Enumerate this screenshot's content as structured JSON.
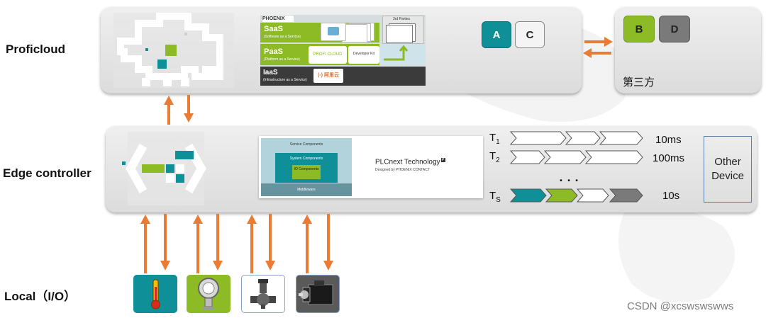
{
  "tiers": {
    "cloud": "Proficloud",
    "edge": "Edge controller",
    "local": "Local（I/O）"
  },
  "cloud_stack": {
    "brand": "PHOENIX",
    "saas": {
      "title": "SaaS",
      "sub": "(Software as a Service)"
    },
    "paas": {
      "title": "PaaS",
      "sub": "(Platform as a Service)"
    },
    "iaas": {
      "title": "IaaS",
      "sub": "(Infrastructure as a Service)"
    },
    "third_parties": "3rd Parties",
    "profi_cloud": "PROFI CLOUD",
    "developer_kit": "Developer Kit",
    "aliyun": "(-) 阿里云"
  },
  "boxes": {
    "a": "A",
    "c": "C",
    "b": "B",
    "d": "D"
  },
  "third_party_label": "第三方",
  "plcnext": {
    "service": "Service Components",
    "system": "System Components",
    "io": "IO Components",
    "middleware": "Middleware",
    "tech": "PLCnext Technology",
    "tech_mark": "P",
    "designed": "Designed by PHOENIX CONTACT"
  },
  "tasks": [
    {
      "name": "T",
      "sub": "1",
      "time": "10ms"
    },
    {
      "name": "T",
      "sub": "2",
      "time": "100ms"
    },
    {
      "name": "T",
      "sub": "S",
      "time": "10s"
    }
  ],
  "ellipsis": "• • •",
  "other_device": "Other Device",
  "watermark": "CSDN @xcswswswws",
  "devices": [
    "thermometer-icon",
    "pressure-sensor-icon",
    "valve-icon",
    "servo-motor-icon"
  ],
  "colors": {
    "teal": "#0f8f98",
    "green": "#8dbb25",
    "orange": "#ea7b35",
    "grey": "#7a7a7a"
  }
}
